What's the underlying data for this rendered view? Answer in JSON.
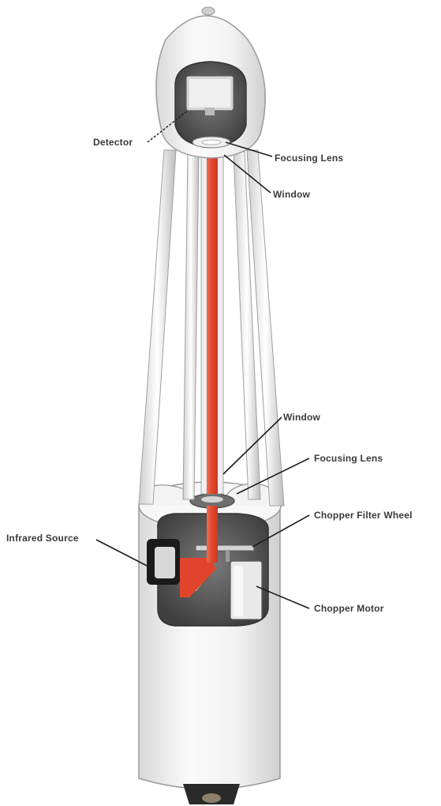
{
  "labels": {
    "detector": "Detector",
    "focusing_lens_top": "Focusing Lens",
    "window_top": "Window",
    "window_bottom": "Window",
    "focusing_lens_bottom": "Focusing Lens",
    "chopper_filter_wheel": "Chopper Filter Wheel",
    "infrared_source": "Infrared Source",
    "chopper_motor": "Chopper Motor"
  },
  "colors": {
    "beam": "#e0452c",
    "body": "#f4f4f4",
    "outline": "#8a8a8a",
    "cavity": "#5a5a5a",
    "dark": "#1a1a1a"
  }
}
